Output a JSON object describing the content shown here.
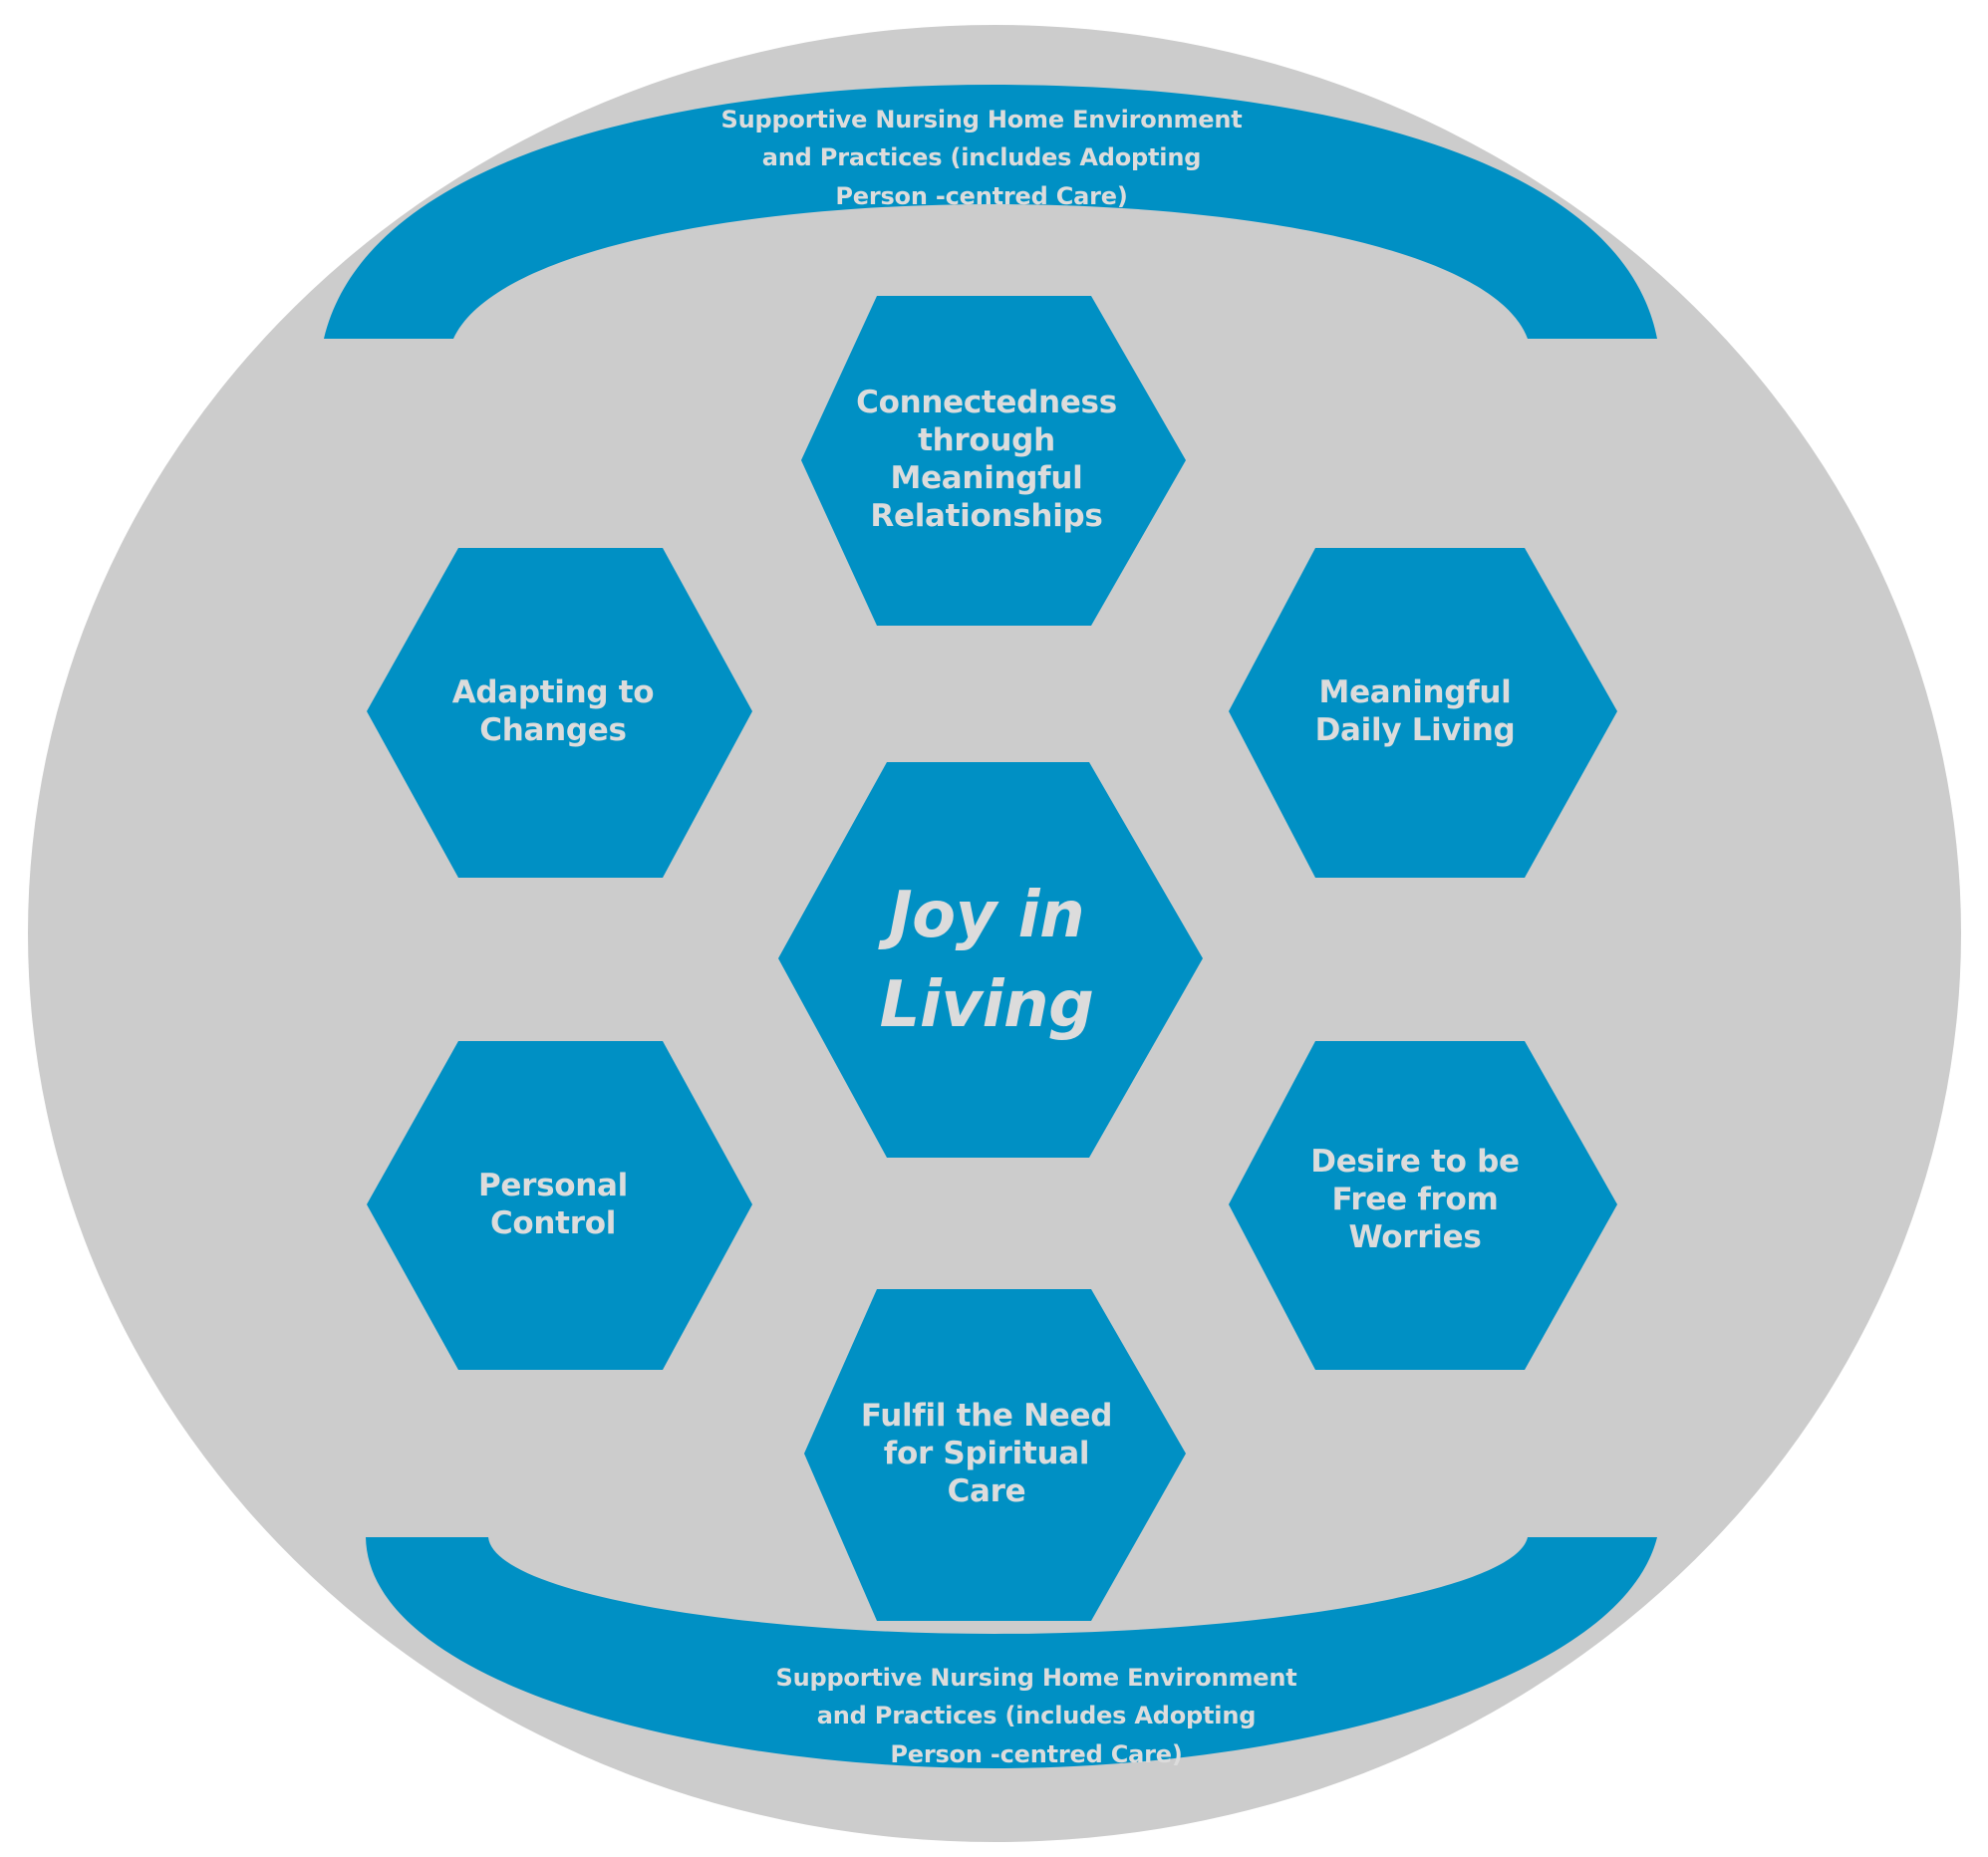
{
  "colors": {
    "background": "#ffffff",
    "circle": "#cccccc",
    "shape_fill": "#0090c4",
    "label_text": "#dcdcdc"
  },
  "top_band": {
    "lines": [
      "Supportive Nursing Home Environment",
      "and Practices (includes Adopting",
      "Person -centred  Care)"
    ]
  },
  "bottom_band": {
    "lines": [
      "Supportive Nursing Home Environment",
      "and Practices (includes Adopting",
      "Person -centred  Care)"
    ]
  },
  "center": {
    "lines": [
      "Joy in",
      "Living"
    ]
  },
  "themes": {
    "top": {
      "lines": [
        "Connectedness",
        "through",
        "Meaningful",
        "Relationships"
      ]
    },
    "upper_left": {
      "lines": [
        "Adapting to",
        "Changes"
      ]
    },
    "upper_right": {
      "lines": [
        "Meaningful",
        "Daily Living"
      ]
    },
    "lower_left": {
      "lines": [
        "Personal",
        "Control"
      ]
    },
    "lower_right": {
      "lines": [
        "Desire to be",
        "Free from",
        "Worries"
      ]
    },
    "bottom": {
      "lines": [
        "Fulfil the Need",
        "for Spiritual",
        "Care"
      ]
    }
  }
}
